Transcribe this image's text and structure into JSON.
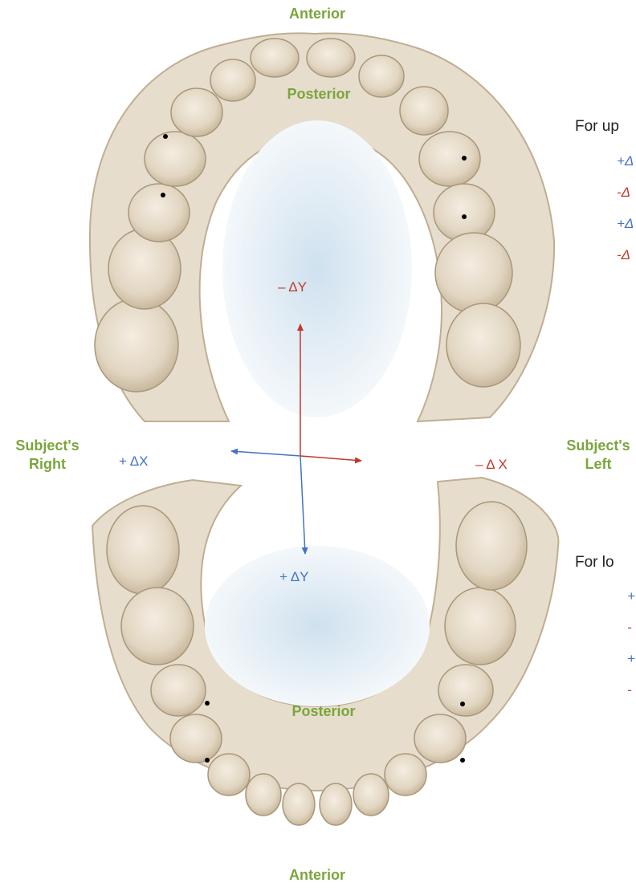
{
  "colors": {
    "green": "#7aa63c",
    "blue": "#4472c4",
    "red": "#c0392b",
    "tooth": "#e6dccb",
    "tooth_dark": "#b4a58c",
    "palate_light": "#eef4f8",
    "palate_blue": "#d6e6f2"
  },
  "upper_arch": {
    "anterior_label": "Anterior",
    "posterior_label": "Posterior"
  },
  "lower_arch": {
    "anterior_label": "Anterior",
    "posterior_label": "Posterior"
  },
  "axes": {
    "neg_y_label": "– ΔY",
    "pos_y_label": "+ ΔY",
    "pos_x_label": "+ ΔX",
    "neg_x_label": "– Δ X"
  },
  "sides": {
    "right_line1": "Subject's",
    "right_line2": "Right",
    "left_line1": "Subject's",
    "left_line2": "Left"
  },
  "notes": {
    "upper_heading": "For up",
    "upper_items": [
      "+Δ",
      "-Δ",
      "+Δ",
      "-Δ"
    ],
    "lower_heading": "For lo",
    "lower_items": [
      "+",
      "-",
      "+",
      "-"
    ]
  }
}
